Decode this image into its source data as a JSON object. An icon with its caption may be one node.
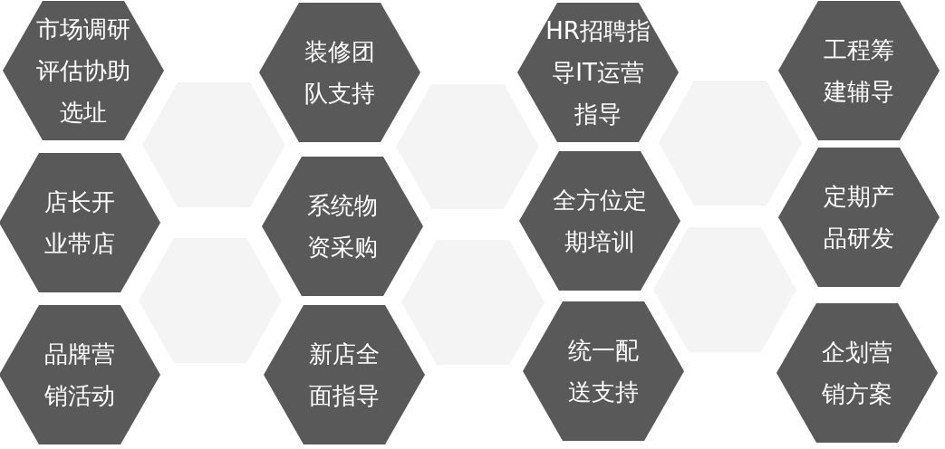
{
  "diagram": {
    "nodes": [
      {
        "text": [
          "市场调研评估协助选址"
        ]
      },
      {
        "text": [
          "装修团队支持"
        ]
      },
      {
        "text": [
          "HR招聘指导IT运营指导"
        ]
      },
      {
        "text": [
          "工程筹建辅导"
        ]
      },
      {
        "text": [],
        "shape": "hexagon"
      },
      {
        "text": [],
        "shape": "hexagon"
      },
      {
        "text": [],
        "shape": "hexagon"
      },
      {
        "text": [
          "店长开业带店"
        ]
      },
      {
        "text": [
          "系统物资采购"
        ]
      },
      {
        "text": [
          "全方位定期培训"
        ]
      },
      {
        "text": [
          "定期产品研发"
        ]
      },
      {
        "text": [],
        "shape": "hexagon"
      },
      {
        "text": [],
        "shape": "hexagon"
      },
      {
        "text": [],
        "shape": "hexagon"
      },
      {
        "text": [
          "品牌营销活动"
        ]
      },
      {
        "text": [
          "新店全面指导"
        ]
      },
      {
        "text": [
          "统一配送支持"
        ]
      },
      {
        "text": [
          "企划营销方案"
        ]
      }
    ]
  }
}
